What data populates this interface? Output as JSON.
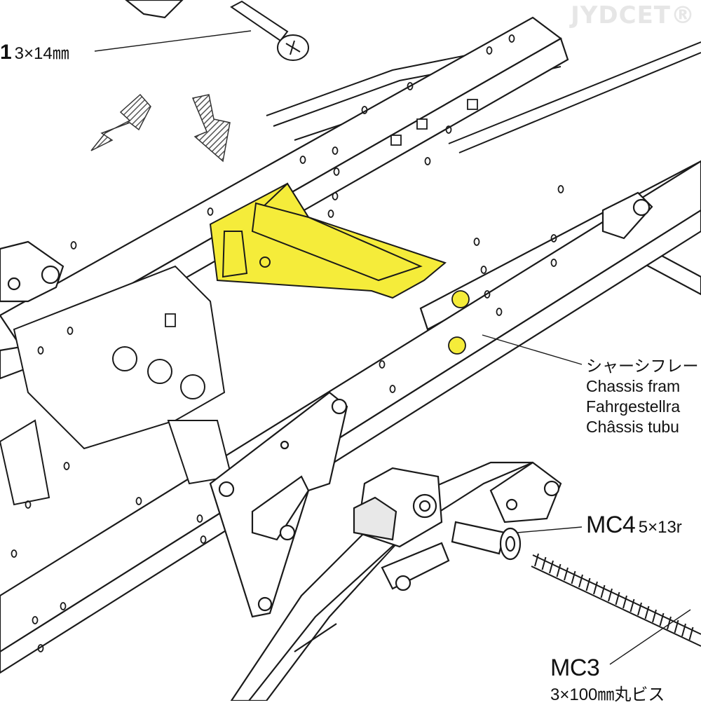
{
  "watermark": "JYDCET®",
  "callouts": {
    "top_screw": {
      "code": "1",
      "size": "3×14㎜"
    },
    "chassis": {
      "jp": "シャーシフレー",
      "en": "Chassis fram",
      "de": "Fahrgestellra",
      "fr": "Châssis tubu"
    },
    "mc4": {
      "code": "MC4",
      "size": "5×13r"
    },
    "mc3": {
      "code": "MC3",
      "size": "3×100㎜丸ビス"
    }
  },
  "colors": {
    "highlight": "#f5ec3a",
    "line": "#1a1a1a",
    "arrow": "#7a7a7a"
  }
}
